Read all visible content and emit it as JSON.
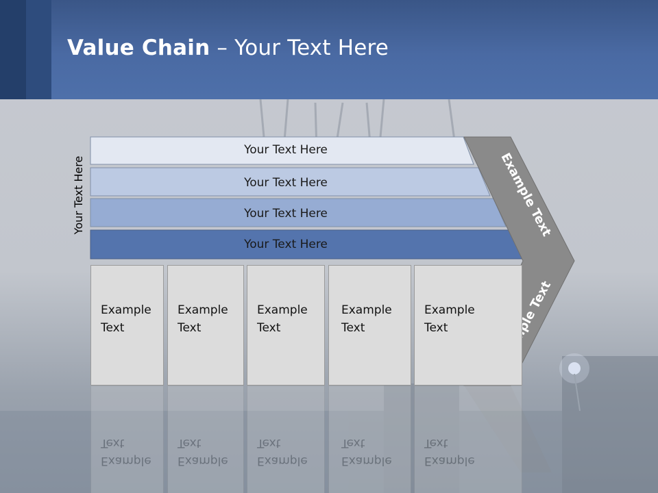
{
  "slide": {
    "title_bold": "Value Chain",
    "title_rest": " – Your Text Here",
    "side_label": "Your Text Here",
    "bars": [
      {
        "label": "Your Text Here",
        "color": "#e3e8f2"
      },
      {
        "label": "Your Text Here",
        "color": "#bccae3"
      },
      {
        "label": "Your Text Here",
        "color": "#96acd3"
      },
      {
        "label": "Your Text Here",
        "color": "#5474ad"
      }
    ],
    "boxes": [
      {
        "line1": "Example",
        "line2": "Text"
      },
      {
        "line1": "Example",
        "line2": "Text"
      },
      {
        "line1": "Example",
        "line2": "Text"
      },
      {
        "line1": "Example",
        "line2": "Text"
      },
      {
        "line1": "Example",
        "line2": "Text"
      }
    ],
    "chevron_top": "Example Text",
    "chevron_bottom": "Example Text",
    "colors": {
      "header": "#4a6aa3",
      "chevron": "#8a8a8a",
      "box": "#dcdcdc"
    }
  }
}
